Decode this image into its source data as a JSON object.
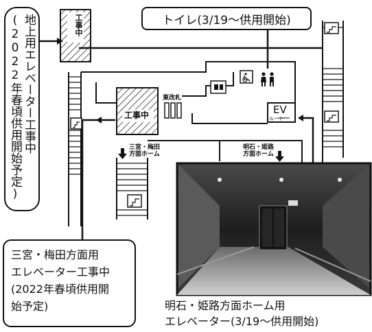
{
  "callouts": {
    "surface_elevator": "地上用エレベーター工事中\n(2022年春頃供用開始予定)",
    "toilet": "トイレ(3/19〜供用開始)",
    "sannomiya_elevator": "三宮・梅田方面用\nエレベーター工事中\n(2022年春頃供用開\n始予定)"
  },
  "photo_caption": "明石・姫路方面ホーム用\nエレベーター(3/19〜供用開始)",
  "map_labels": {
    "construction_box_top": "工事中",
    "construction_box_main": "工事中",
    "east_gate": "東改札",
    "sannomiya_platform": "三宮・梅田\n方面ホーム",
    "akashi_platform": "明石・姫路\n方面ホーム",
    "ev_label": "EV",
    "route_label": "ルート"
  },
  "icons": [
    "stairs-icon",
    "accessible-icon",
    "toilet-icon",
    "ticket-gate-icon",
    "up-arrow-icon",
    "down-arrow-icon"
  ],
  "colors": {
    "line": "#111111",
    "background": "#ffffff",
    "photo_dark": "#2b2b2b"
  }
}
